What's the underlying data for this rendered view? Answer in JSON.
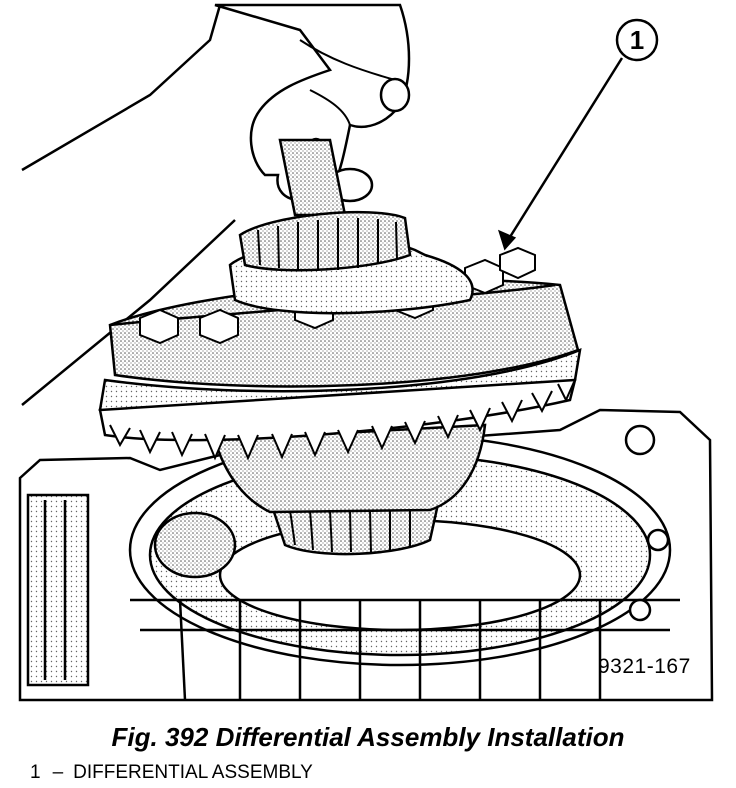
{
  "figure": {
    "callout_number": "1",
    "code": "9321-167",
    "caption": "Fig. 392 Differential Assembly Installation"
  },
  "legend": {
    "items": [
      {
        "number": "1",
        "separator": "–",
        "label": "DIFFERENTIAL ASSEMBLY"
      }
    ]
  },
  "colors": {
    "ink": "#000000",
    "shade": "#b8b8b8",
    "paper": "#ffffff"
  }
}
